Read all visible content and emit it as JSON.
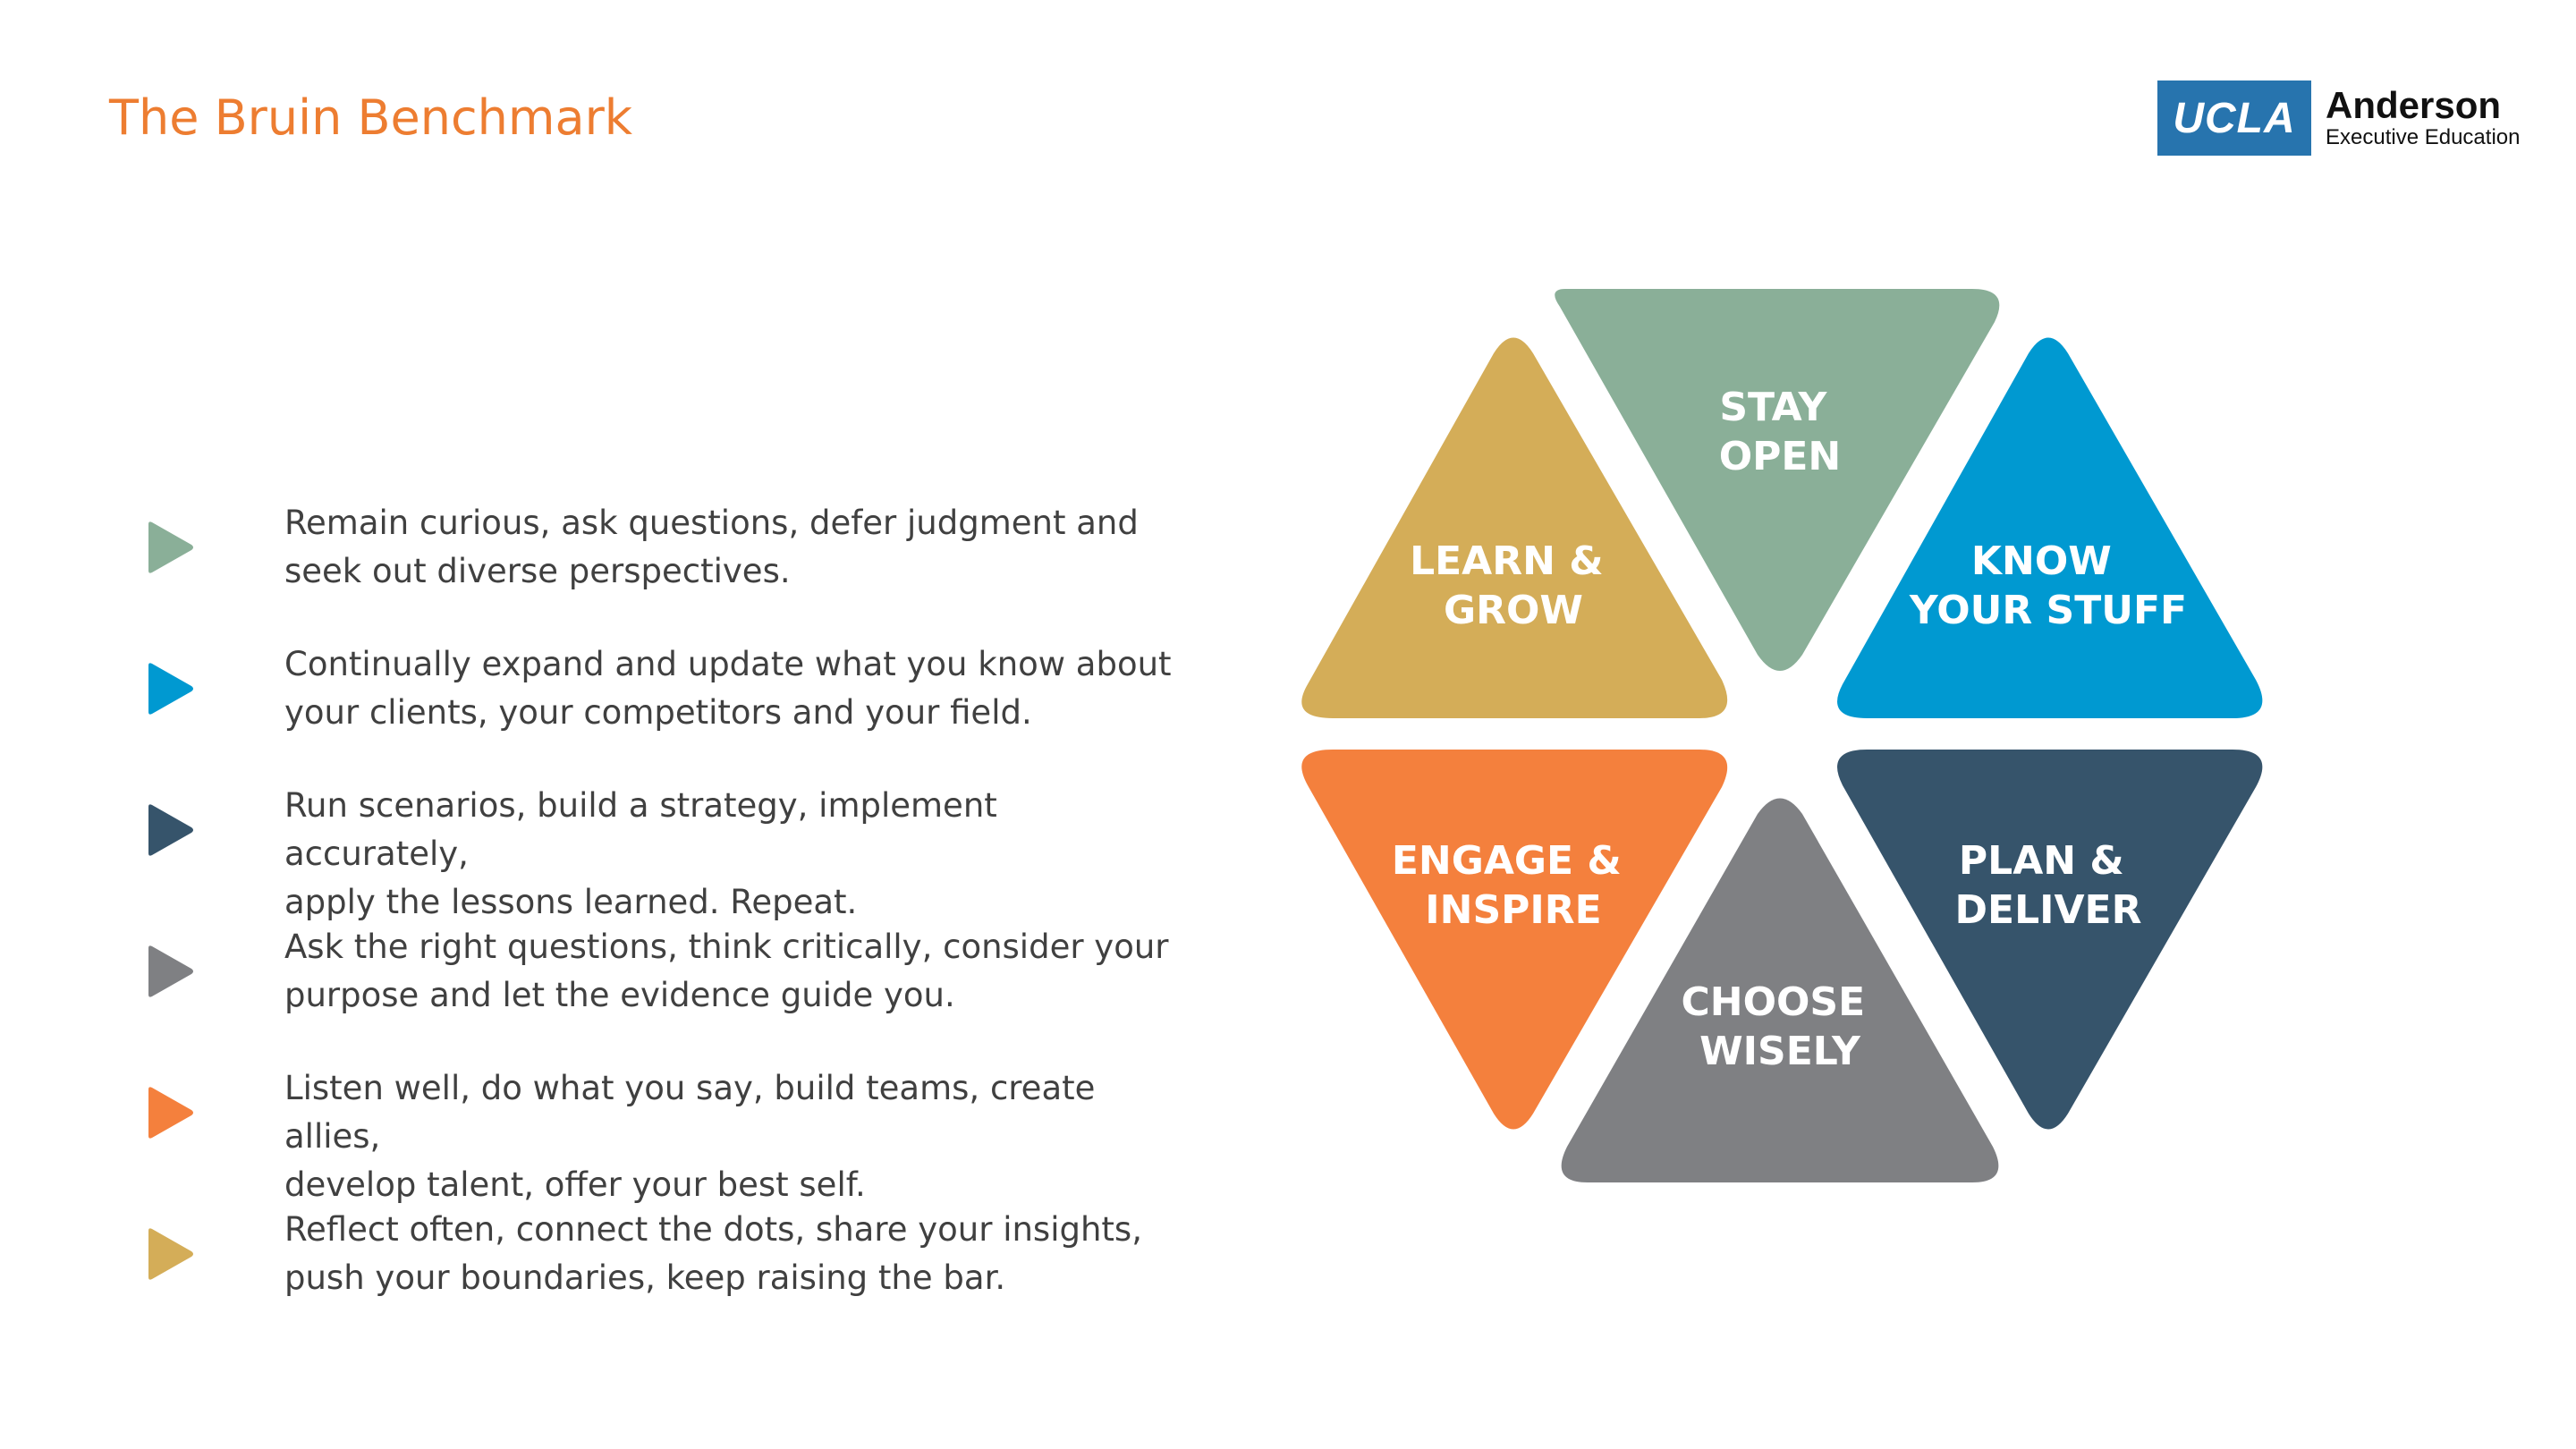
{
  "header": {
    "title": "The Bruin Benchmark"
  },
  "logo": {
    "box_text": "UCLA",
    "name": "Anderson",
    "subtitle": "Executive Education",
    "color": "#2774AE"
  },
  "items": [
    {
      "line1": "Remain curious, ask questions, defer judgment and",
      "line2": "seek out diverse perspectives.",
      "color": "#8AAF98"
    },
    {
      "line1": "Continually expand and update what you know about",
      "line2": "your clients, your competitors and your field.",
      "color": "#0099D1"
    },
    {
      "line1": "Run scenarios, build a strategy, implement accurately,",
      "line2": "apply the lessons learned. Repeat.",
      "color": "#36546B"
    },
    {
      "line1": "Ask the right questions, think critically, consider your",
      "line2": "purpose and let the evidence guide you.",
      "color": "#7F8083"
    },
    {
      "line1": "Listen well, do what you say, build teams, create allies,",
      "line2": "develop talent, offer your best self.",
      "color": "#F4803D"
    },
    {
      "line1": "Reflect often, connect the dots, share your insights,",
      "line2": "push your boundaries, keep raising the bar.",
      "color": "#D4AD58"
    }
  ],
  "hexagon": {
    "stay_open": {
      "line1": "STAY",
      "line2": "OPEN",
      "color": "#8AAF98"
    },
    "know_your_stuff": {
      "line1": "KNOW",
      "line2": "YOUR STUFF",
      "color": "#0099D1"
    },
    "plan_deliver": {
      "line1": "PLAN &",
      "line2": "DELIVER",
      "color": "#36546B"
    },
    "choose_wisely": {
      "line1": "CHOOSE",
      "line2": "WISELY",
      "color": "#7F8083"
    },
    "engage_inspire": {
      "line1": "ENGAGE &",
      "line2": "INSPIRE",
      "color": "#F4803D"
    },
    "learn_grow": {
      "line1": "LEARN &",
      "line2": "GROW",
      "color": "#D4AD58"
    }
  }
}
